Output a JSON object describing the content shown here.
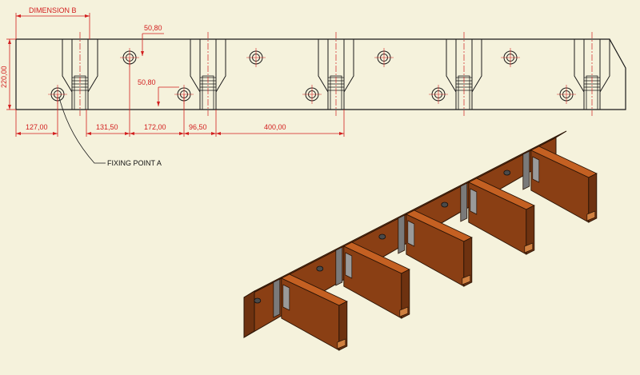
{
  "colors": {
    "background": "#f5f2dc",
    "outline": "#1a1a1a",
    "dimension": "#d21e1e",
    "centerline": "#d21e1e",
    "wood_top": "#b5551c",
    "wood_front": "#8a3f14",
    "wood_side": "#6e3210",
    "slot_gray": "#7a7a7a"
  },
  "drawing": {
    "dimension_b": "DIMENSION B",
    "height": "220,00",
    "offset_top": "50,80",
    "offset_mid": "50,80",
    "d_127": "127,00",
    "d_131": "131,50",
    "d_172": "172,00",
    "d_96": "96,50",
    "d_400": "400,00",
    "fixing_point": "FIXING POINT A"
  },
  "icons": {
    "hole": "fixing-hole-icon",
    "slot": "rake-slot-icon"
  }
}
